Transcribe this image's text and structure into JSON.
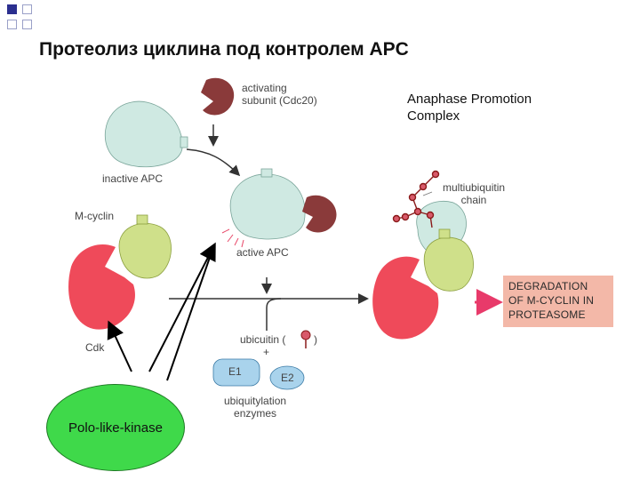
{
  "title": "Протеолиз циклина  под контролем APC",
  "labels": {
    "activating_subunit": "activating\nsubunit (Cdc20)",
    "inactive_apc": "inactive APC",
    "active_apc": "active APC",
    "m_cyclin": "M-cyclin",
    "cdk": "Cdk",
    "anaphase_promotion_complex": "Anaphase Promotion\nComplex",
    "multiubiquitin_chain": "multiubiquitin\nchain",
    "ubiquitin": "ubicuitin (",
    "ubiquitin_close": ")",
    "plus": "+",
    "e1": "E1",
    "e2": "E2",
    "ubiquitylation_enzymes": "ubiquitylation\nenzymes",
    "degradation": "DEGRADATION\nOF M-CYCLIN IN\nPROTEASOME",
    "polo_like_kinase": "Polo-like-kinase"
  },
  "colors": {
    "apc": "#cfe9e2",
    "cdc20": "#8a3a3a",
    "cyclin": "#cfe08a",
    "cdk": "#ef4a5a",
    "enzyme": "#a9d3ec",
    "degradation_box": "#f3b8a8",
    "polo": "#3fd94a",
    "bullet": "#2b2f8f"
  }
}
